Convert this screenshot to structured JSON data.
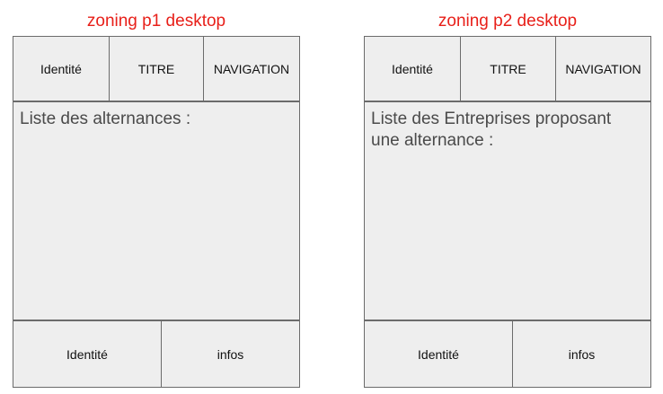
{
  "mockup1": {
    "title": "zoning p1 desktop",
    "header": {
      "identity": "Identité",
      "title": "TITRE",
      "navigation": "NAVIGATION"
    },
    "main_text": "Liste des alternances :",
    "footer": {
      "identity": "Identité",
      "infos": "infos"
    }
  },
  "mockup2": {
    "title": "zoning p2 desktop",
    "header": {
      "identity": "Identité",
      "title": "TITRE",
      "navigation": "NAVIGATION"
    },
    "main_text": "Liste des Entreprises proposant une alternance :",
    "footer": {
      "identity": "Identité",
      "infos": "infos"
    }
  },
  "colors": {
    "title": "#e8201a",
    "box_fill": "#eeeeee",
    "border": "#6b6b6b"
  }
}
